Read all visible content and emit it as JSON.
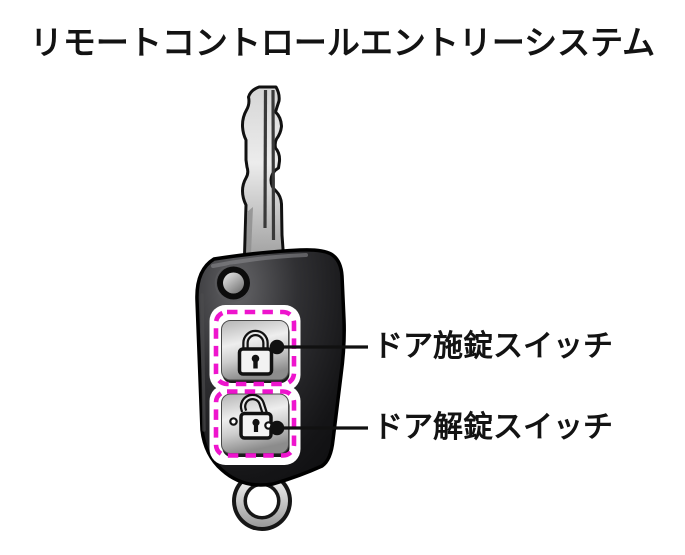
{
  "title": "リモートコントロールエントリーシステム",
  "callouts": [
    {
      "id": "door-lock-switch",
      "label": "ドア施錠スイッチ"
    },
    {
      "id": "door-unlock-switch",
      "label": "ドア解錠スイッチ"
    }
  ],
  "icons": {
    "lock_switch": "closed-padlock-icon",
    "unlock_switch": "open-padlock-icon"
  },
  "colors": {
    "highlight_dashed_box": "#ee14cd",
    "fob_body": "#1a1a1c",
    "key_metal": "#c9c9c9",
    "text": "#131313",
    "leader_line": "#111111",
    "background": "#ffffff"
  }
}
